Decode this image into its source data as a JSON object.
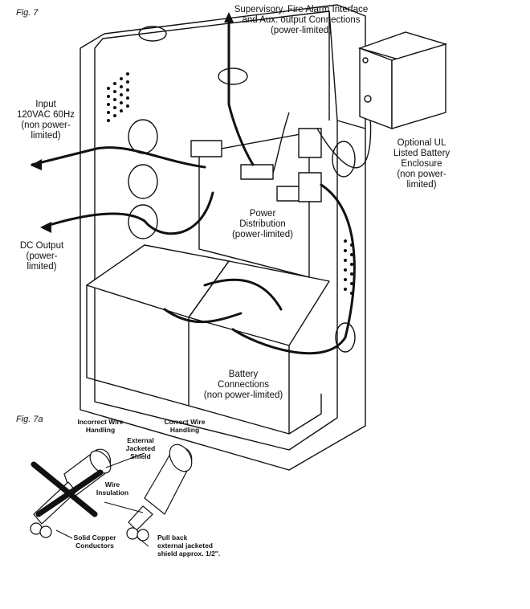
{
  "fig7": {
    "label": "Fig. 7",
    "supervisory": [
      "Supervisory, Fire Alarm Interface",
      "and Aux. output Connections",
      "(power-limited)"
    ],
    "input": [
      "Input",
      "120VAC 60Hz",
      "(non power-",
      "limited)"
    ],
    "battery_enclosure": [
      "Optional UL",
      "Listed Battery",
      "Enclosure",
      "(non power-",
      "limited)"
    ],
    "power_distribution": [
      "Power",
      "Distribution",
      "(power-limited)"
    ],
    "dc_output": [
      "DC Output",
      "(power-",
      "limited)"
    ],
    "battery_connections": [
      "Battery",
      "Connections",
      "(non power-limited)"
    ]
  },
  "fig7a": {
    "label": "Fig. 7a",
    "incorrect": [
      "Incorrect Wire",
      "Handling"
    ],
    "correct": [
      "Correct Wire",
      "Handling"
    ],
    "jacket": [
      "External",
      "Jacketed",
      "Shield"
    ],
    "insulation": [
      "Wire",
      "Insulation"
    ],
    "copper": [
      "Solid Copper",
      "Conductors"
    ],
    "pullback": [
      "Pull back",
      "external jacketed",
      "shield approx. 1/2\"."
    ]
  }
}
